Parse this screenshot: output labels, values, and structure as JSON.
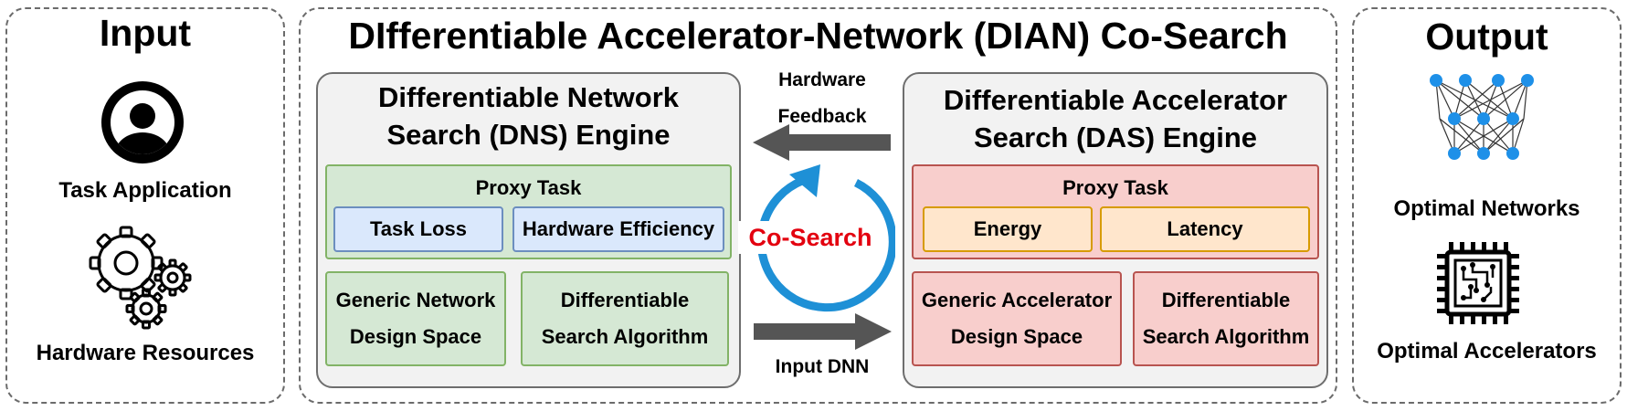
{
  "main_title": "DIfferentiable Accelerator-Network (DIAN) Co-Search",
  "input_panel": {
    "title": "Input",
    "task_application": "Task Application",
    "hardware_resources": "Hardware Resources"
  },
  "output_panel": {
    "title": "Output",
    "optimal_networks": "Optimal Networks",
    "optimal_accelerators": "Optimal Accelerators"
  },
  "dns_engine": {
    "title_line1": "Differentiable Network",
    "title_line2": "Search (DNS) Engine",
    "proxy_task": "Proxy Task",
    "task_loss": "Task Loss",
    "hardware_efficiency": "Hardware Efficiency",
    "design_space_line1": "Generic Network",
    "design_space_line2": "Design Space",
    "search_algo_line1": "Differentiable",
    "search_algo_line2": "Search Algorithm"
  },
  "das_engine": {
    "title_line1": "Differentiable Accelerator",
    "title_line2": "Search (DAS) Engine",
    "proxy_task": "Proxy Task",
    "energy": "Energy",
    "latency": "Latency",
    "design_space_line1": "Generic Accelerator",
    "design_space_line2": "Design Space",
    "search_algo_line1": "Differentiable",
    "search_algo_line2": "Search Algorithm"
  },
  "center": {
    "feedback_line1": "Hardware",
    "feedback_line2": "Feedback",
    "cosearch": "Co-Search",
    "input_dnn": "Input DNN"
  },
  "colors": {
    "cosearch_red": "#e3000f",
    "cycle_blue": "#1e90d6",
    "arrow_gray": "#555555",
    "network_node_blue": "#1e90e8"
  },
  "icons": {
    "user": "user-icon",
    "gears": "gears-icon",
    "network": "neural-network-icon",
    "chip": "chip-icon"
  }
}
